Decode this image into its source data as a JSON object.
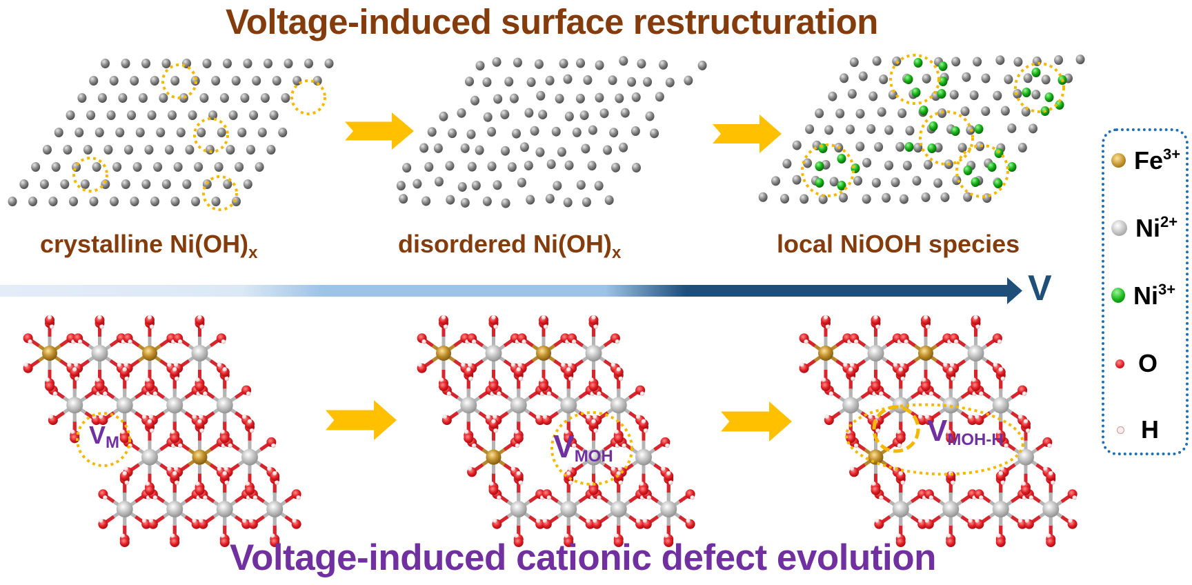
{
  "titles": {
    "top": "Voltage-induced surface restructuration",
    "bottom": "Voltage-induced cationic defect evolution"
  },
  "stages": [
    {
      "name": "crystalline",
      "label_main": "crystalline Ni(OH)",
      "label_sub": "x"
    },
    {
      "name": "disordered",
      "label_main": "disordered Ni(OH)",
      "label_sub": "x"
    },
    {
      "name": "niooh",
      "label_main": "local NiOOH species",
      "label_sub": ""
    }
  ],
  "voltage_axis": {
    "label": "V",
    "direction": "increasing to the right"
  },
  "defects": [
    {
      "main": "V",
      "sub": "M"
    },
    {
      "main": "V",
      "sub": "MOH"
    },
    {
      "main": "V",
      "sub": "MOH-H"
    }
  ],
  "legend": [
    {
      "species": "Fe",
      "charge": "3+",
      "color": "#b8862b",
      "icon": "fe-atom-icon"
    },
    {
      "species": "Ni",
      "charge": "2+",
      "color": "#c8c8c8",
      "icon": "ni2-atom-icon"
    },
    {
      "species": "Ni",
      "charge": "3+",
      "color": "#1fb51f",
      "icon": "ni3-atom-icon"
    },
    {
      "species": "O",
      "charge": "",
      "color": "#e0202a",
      "icon": "oxygen-atom-icon"
    },
    {
      "species": "H",
      "charge": "",
      "color": "#f3dada",
      "icon": "hydrogen-atom-icon"
    }
  ],
  "colors": {
    "top_title": "#843c0c",
    "bottom_title": "#7030a0",
    "process_arrow": "#ffc000",
    "voltage_arrow_dark": "#1f4e79",
    "voltage_arrow_mid": "#9dc3e6",
    "voltage_arrow_light": "#deebf7",
    "highlight_circle": "#f5b800",
    "legend_border": "#1f6fb8"
  }
}
